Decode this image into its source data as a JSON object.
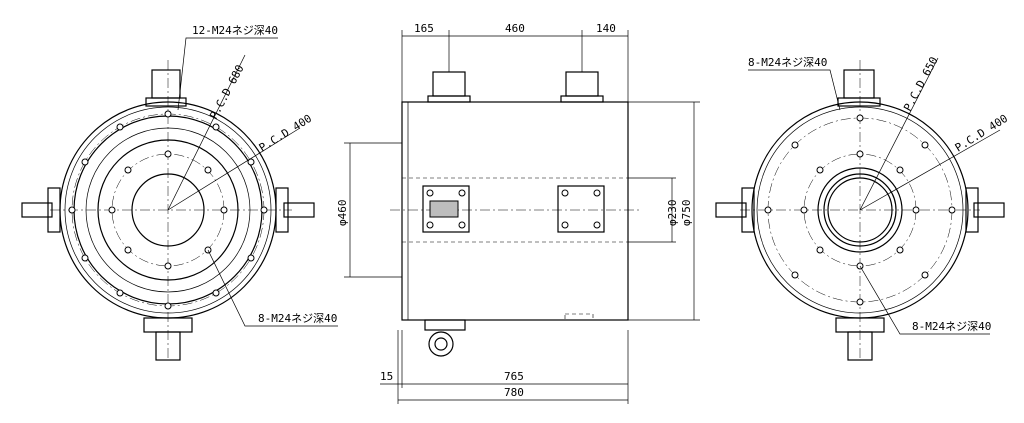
{
  "left_view": {
    "callout_top": "12-M24ネジ深40",
    "pcd_outer": "P.C.D 680",
    "pcd_inner": "P.C.D 400",
    "callout_bottom": "8-M24ネジ深40"
  },
  "front_view": {
    "dim_top_left": "165",
    "dim_top_mid": "460",
    "dim_top_right": "140",
    "dim_left_dia": "φ460",
    "dim_right_inner_dia": "φ230",
    "dim_right_outer_dia": "φ750",
    "dim_bottom_offset": "15",
    "dim_bottom_body": "765",
    "dim_bottom_total": "780"
  },
  "right_view": {
    "callout_top": "8-M24ネジ深40",
    "pcd_outer": "P.C.D 650",
    "pcd_inner": "P.C.D 400",
    "callout_bottom": "8-M24ネジ深40"
  }
}
